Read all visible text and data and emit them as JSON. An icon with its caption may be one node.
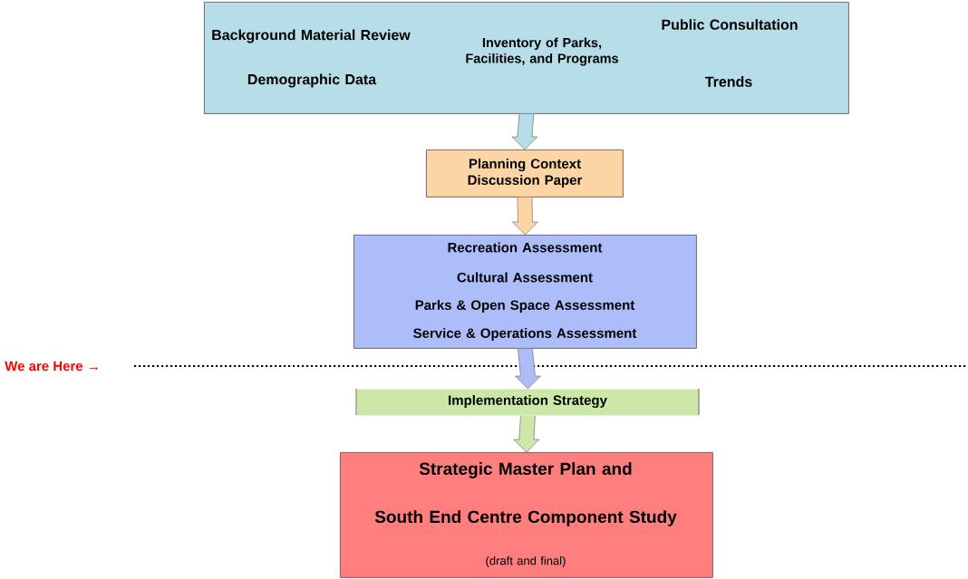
{
  "diagram": {
    "nodes": [
      {
        "text": [
          "Background Material Review",
          "Inventory of Parks, Facilities, and Programs",
          "Public Consultation",
          "Demographic Data",
          "Trends"
        ]
      },
      {
        "text": [
          "Planning Context Discussion Paper"
        ]
      },
      {
        "text": [
          "Recreation Assessment",
          "Cultural Assessment",
          "Parks & Open Space Assessment",
          "Service & Operations Assessment"
        ]
      },
      {
        "text": [
          "Implementation Strategy"
        ]
      },
      {
        "text": [
          "Strategic Master Plan and",
          "South End Centre Component Study",
          "(draft and final)"
        ]
      }
    ],
    "edges": [
      {
        "from": 0,
        "to": 1,
        "arrow": "to",
        "color": "#b7dde8"
      },
      {
        "from": 1,
        "to": 2,
        "arrow": "to",
        "color": "#fcd5a5"
      },
      {
        "from": 2,
        "to": 3,
        "arrow": "to",
        "color": "#adbdfa"
      },
      {
        "from": 3,
        "to": 4,
        "arrow": "to",
        "color": "#cce8a8"
      }
    ],
    "labels": [
      "We are Here →"
    ]
  }
}
